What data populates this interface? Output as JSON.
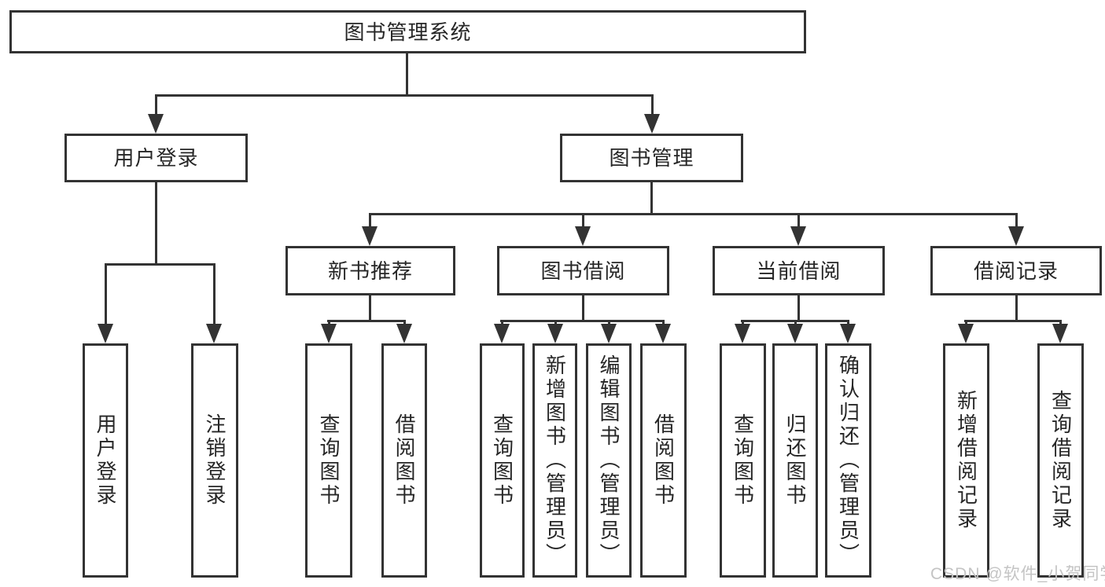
{
  "title": "图书管理系统",
  "tree": {
    "user_login": {
      "label": "用户登录",
      "children": [
        "用户登录",
        "注销登录"
      ]
    },
    "book_mgmt": {
      "label": "图书管理",
      "modules": [
        {
          "label": "新书推荐",
          "children": [
            "查询图书",
            "借阅图书"
          ]
        },
        {
          "label": "图书借阅",
          "children": [
            "查询图书",
            "新增图书（管理员）",
            "编辑图书（管理员）",
            "借阅图书"
          ]
        },
        {
          "label": "当前借阅",
          "children": [
            "查询图书",
            "归还图书",
            "确认归还（管理员）"
          ]
        },
        {
          "label": "借阅记录",
          "children": [
            "新增借阅记录",
            "查询借阅记录"
          ]
        }
      ]
    }
  },
  "watermark": "CSDN @软件_小贺同学",
  "colors": {
    "line": "#333333",
    "text": "#262626",
    "background": "#ffffff",
    "watermark": "#c4c4c4"
  }
}
